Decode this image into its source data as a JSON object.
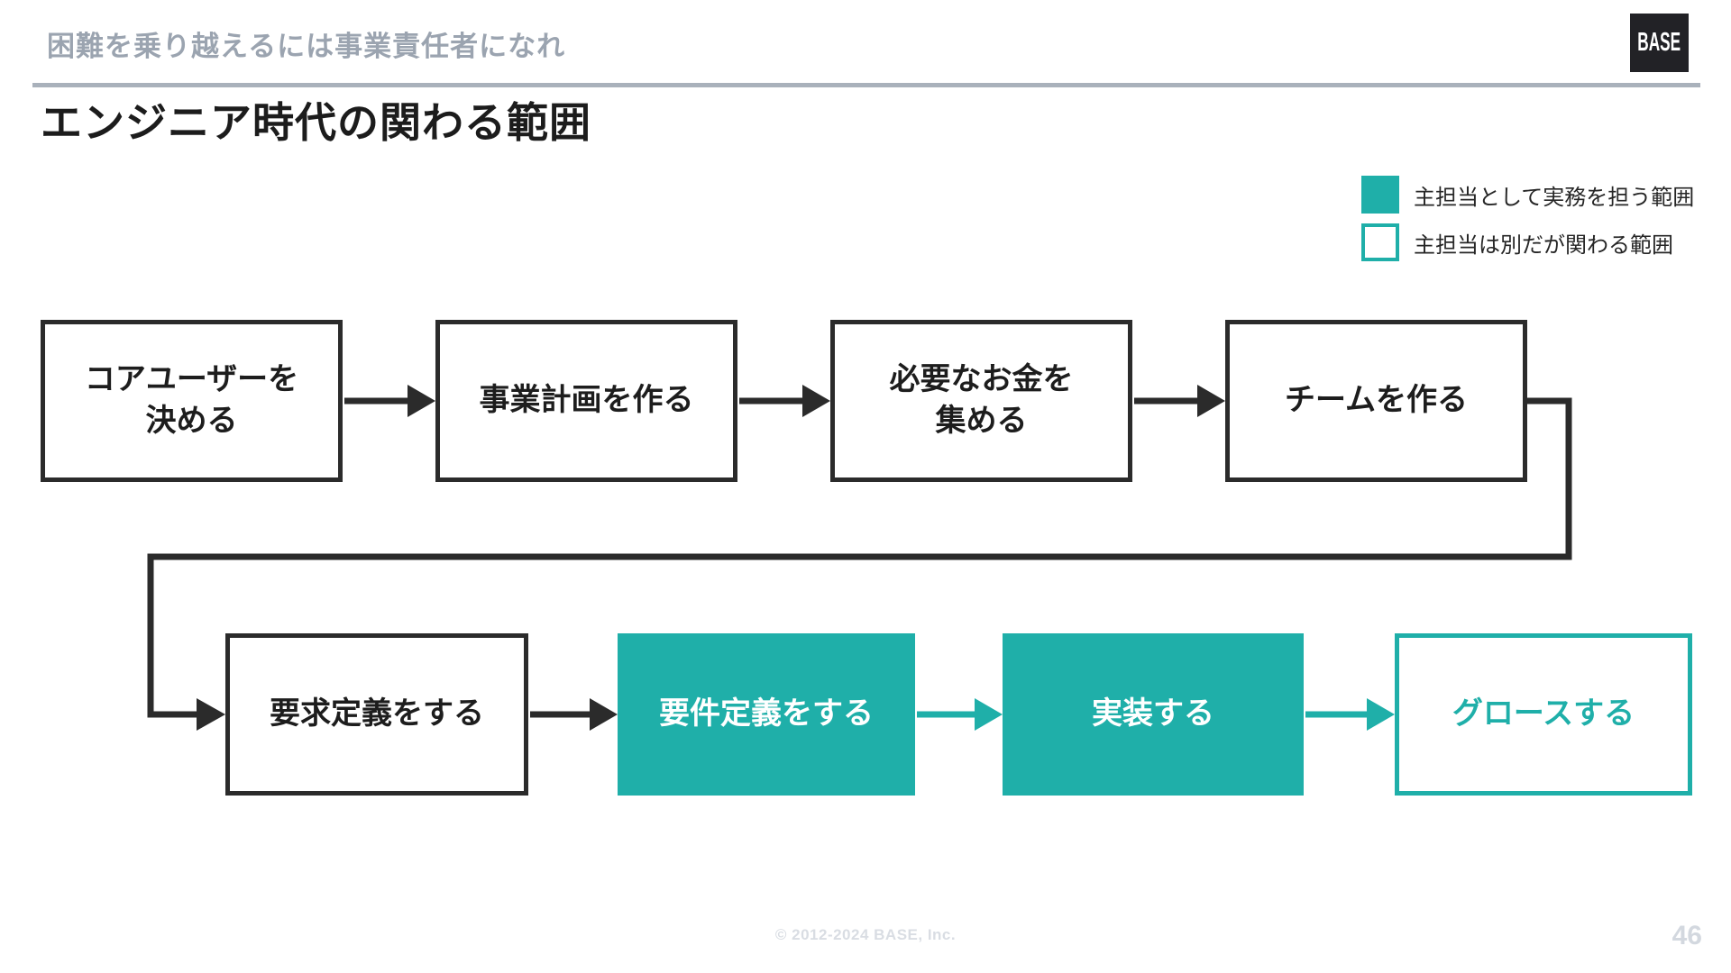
{
  "slide": {
    "header": {
      "section_title": "困難を乗り越えるには事業責任者になれ",
      "logo_text": "BASE"
    },
    "title": "エンジニア時代の関わる範囲",
    "legend": [
      {
        "label": "主担当として実務を担う範囲",
        "swatch": "teal-filled"
      },
      {
        "label": "主担当は別だが関わる範囲",
        "swatch": "teal-outlined"
      }
    ],
    "flow": {
      "row1": [
        {
          "label": "コアユーザーを\n決める",
          "style": "white-black-border"
        },
        {
          "label": "事業計画を作る",
          "style": "white-black-border"
        },
        {
          "label": "必要なお金を\n集める",
          "style": "white-black-border"
        },
        {
          "label": "チームを作る",
          "style": "white-black-border"
        }
      ],
      "row2": [
        {
          "label": "要求定義をする",
          "style": "white-black-border"
        },
        {
          "label": "要件定義をする",
          "style": "teal-filled"
        },
        {
          "label": "実装する",
          "style": "teal-filled"
        },
        {
          "label": "グロースする",
          "style": "teal-outlined"
        }
      ]
    },
    "footer": {
      "copyright": "© 2012-2024 BASE, Inc.",
      "page_number": "46"
    },
    "colors": {
      "accent_teal": "#1FAFA9",
      "ink_black": "#2B2B2B",
      "header_gray": "#9BA4B0",
      "rule_gray": "#A9B1BB",
      "footer_gray": "#D9DDE3",
      "logo_bg": "#222226"
    }
  }
}
